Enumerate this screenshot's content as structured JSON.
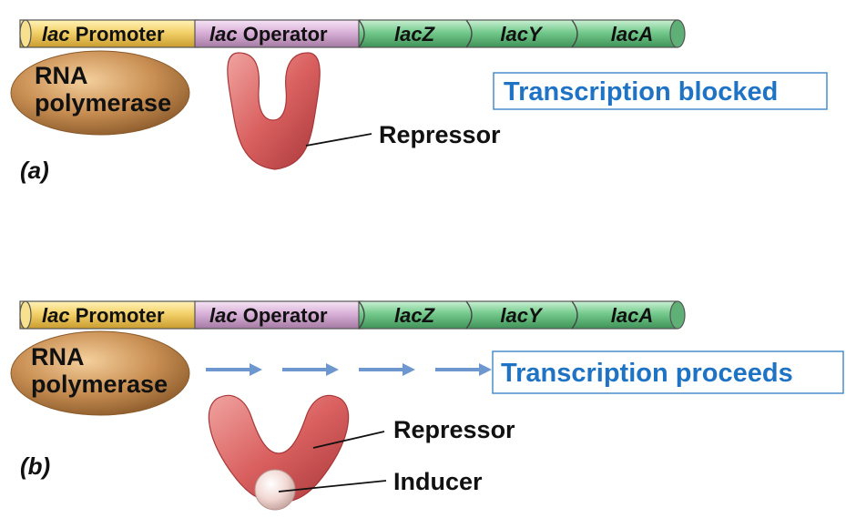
{
  "colors": {
    "promoter": "#f3d16a",
    "operator": "#d9b1d8",
    "gene": "#74c98c",
    "polymerase": "#c98f53",
    "repressor": "#d9605f",
    "inducer": "#f2d8d3",
    "arrow": "#6e97cf",
    "status_text": "#1f73c4",
    "status_border": "#3e86c9"
  },
  "panels": [
    {
      "id": "a",
      "label": "(a)",
      "dna": {
        "promoter": {
          "italic": "lac",
          "rest": " Promoter"
        },
        "operator": {
          "italic": "lac",
          "rest": " Operator"
        },
        "genes": [
          "lacZ",
          "lacY",
          "lacA"
        ]
      },
      "polymerase_lines": [
        "RNA",
        "polymerase"
      ],
      "repressor_label": "Repressor",
      "status": "Transcription blocked"
    },
    {
      "id": "b",
      "label": "(b)",
      "dna": {
        "promoter": {
          "italic": "lac",
          "rest": " Promoter"
        },
        "operator": {
          "italic": "lac",
          "rest": " Operator"
        },
        "genes": [
          "lacZ",
          "lacY",
          "lacA"
        ]
      },
      "polymerase_lines": [
        "RNA",
        "polymerase"
      ],
      "repressor_label": "Repressor",
      "inducer_label": "Inducer",
      "status": "Transcription proceeds"
    }
  ]
}
